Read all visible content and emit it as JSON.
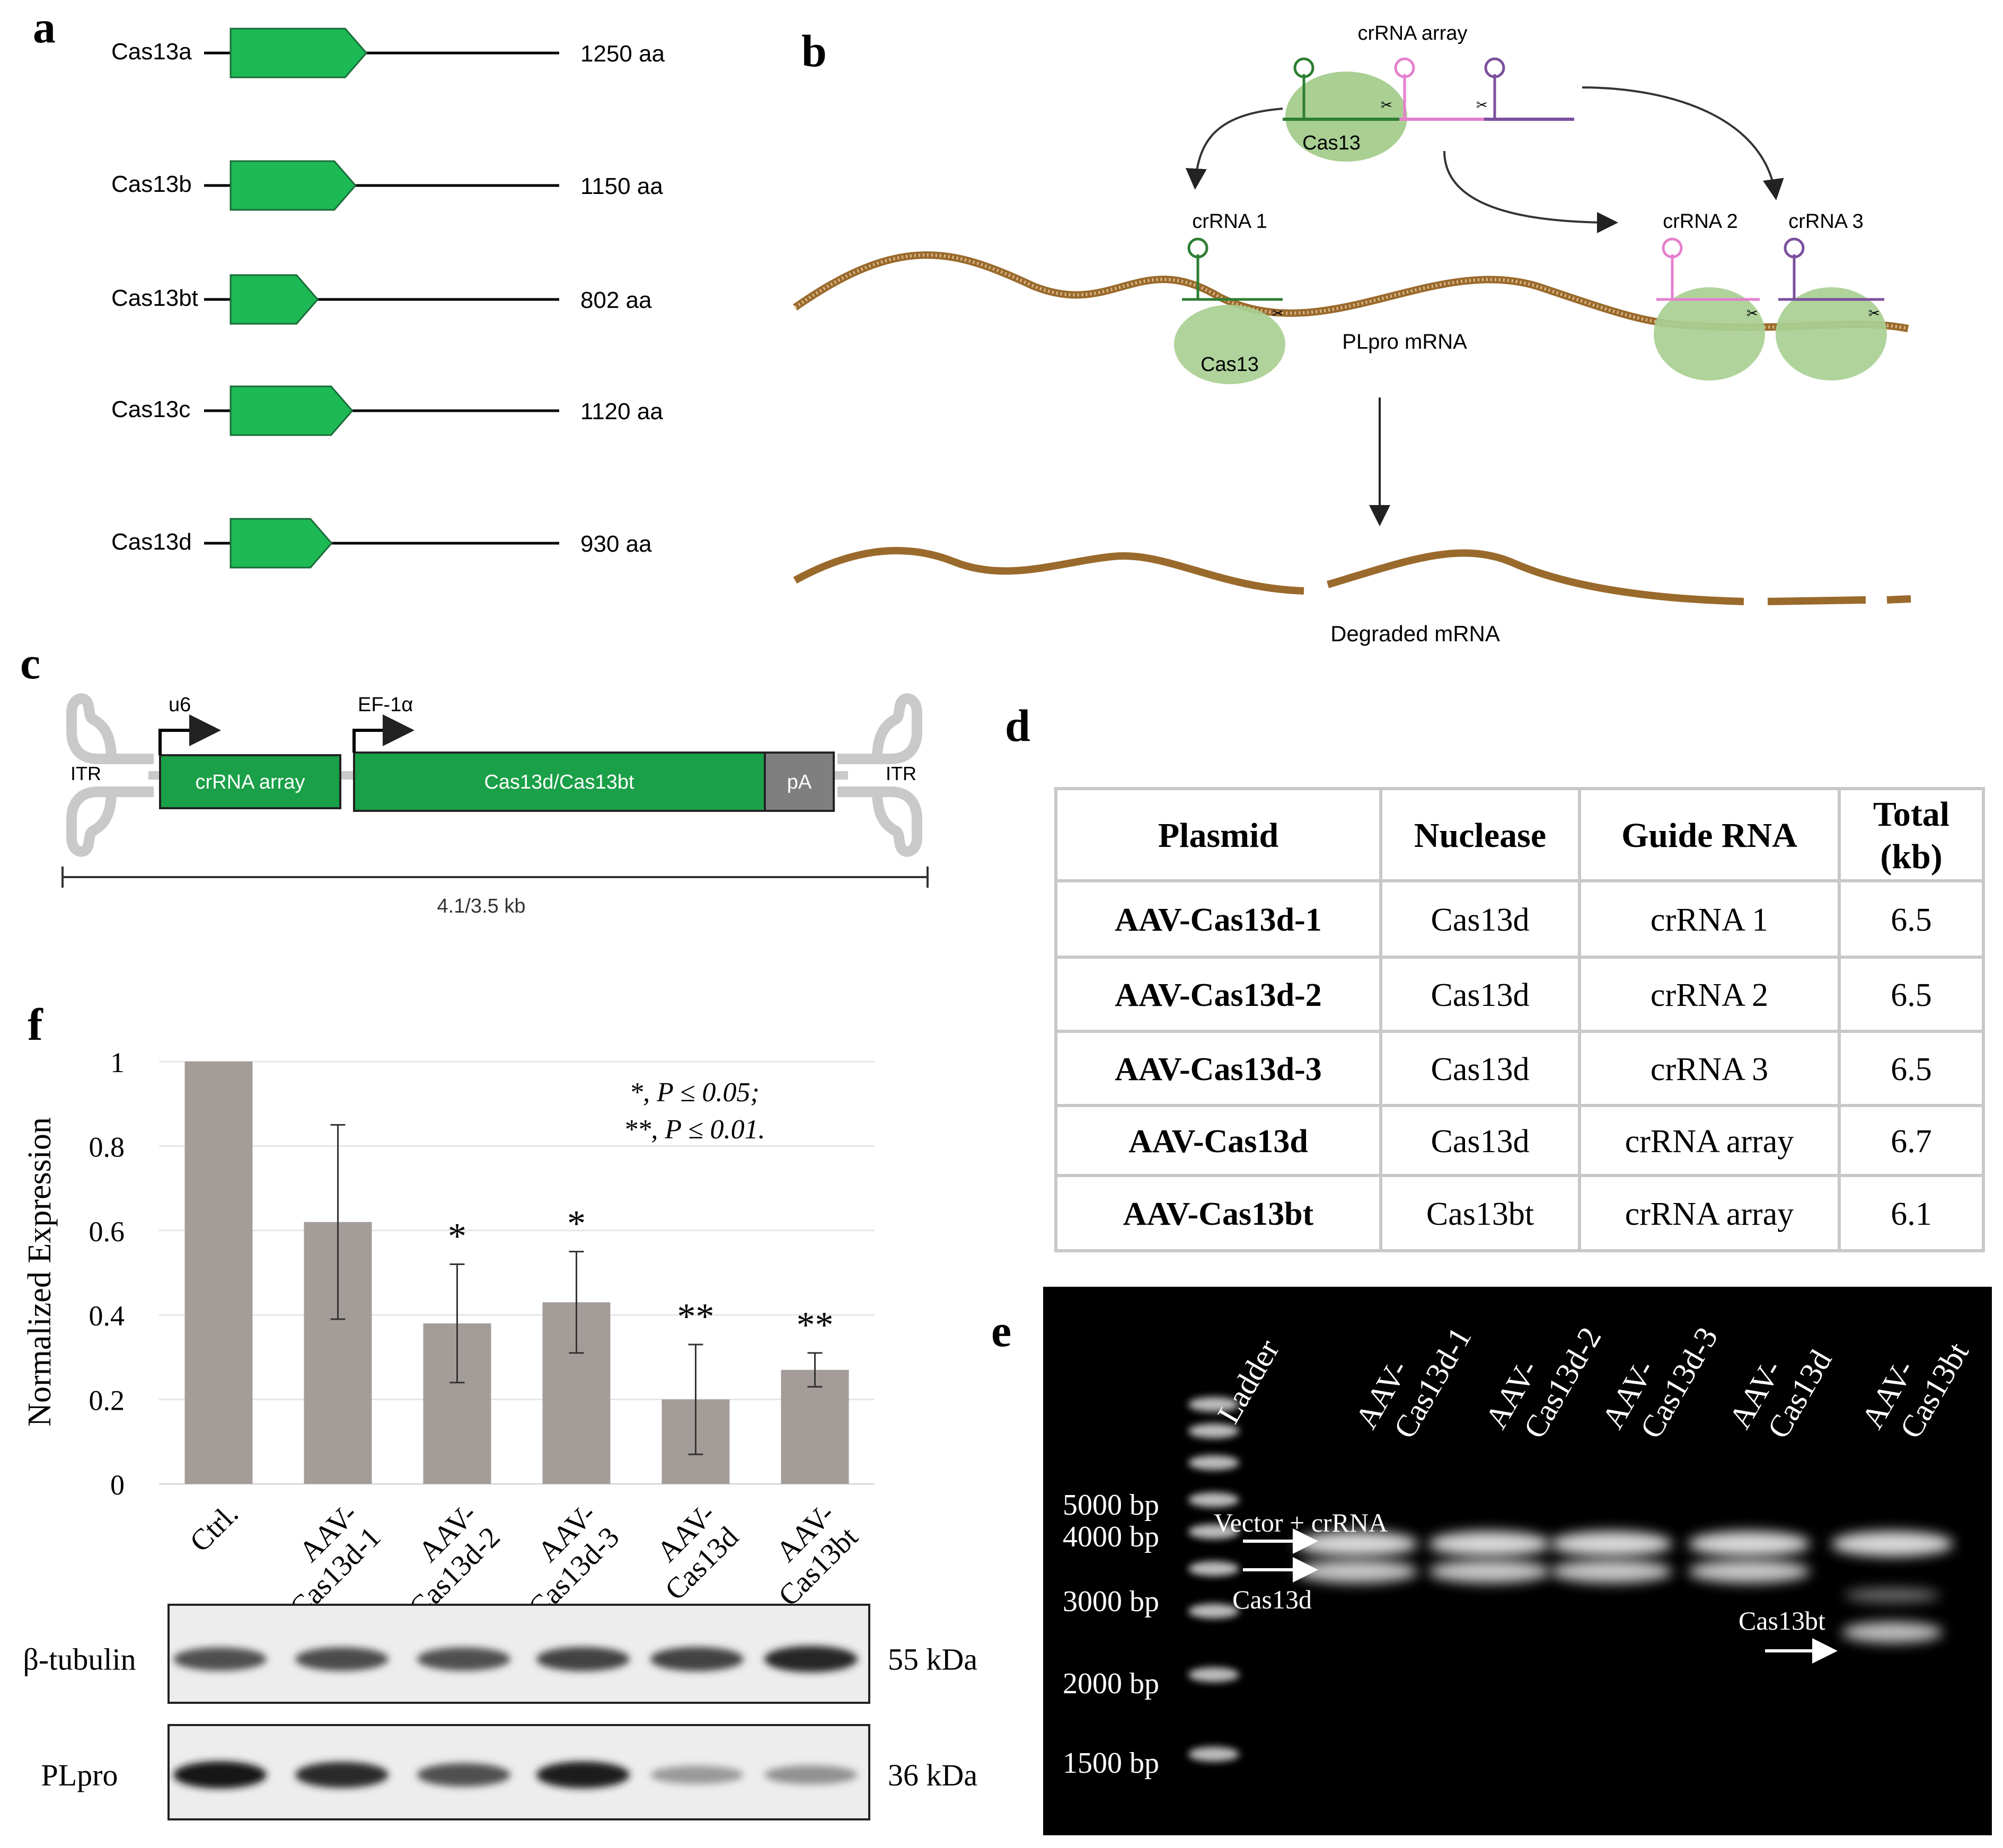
{
  "panel_a": {
    "letter": "a",
    "proteins": [
      {
        "name": "Cas13a",
        "length_label": "1250 aa",
        "aa": 1250
      },
      {
        "name": "Cas13b",
        "length_label": "1150 aa",
        "aa": 1150
      },
      {
        "name": "Cas13bt",
        "length_label": "802 aa",
        "aa": 802
      },
      {
        "name": "Cas13c",
        "length_label": "1120 aa",
        "aa": 1120
      },
      {
        "name": "Cas13d",
        "length_label": "930 aa",
        "aa": 930
      }
    ],
    "colors": {
      "arrow": "#1db954",
      "arrow_edge": "#1a6b3a"
    }
  },
  "panel_b": {
    "letter": "b",
    "array_label": "crRNA array",
    "cas13_label": "Cas13",
    "crrna1_label": "crRNA 1",
    "crrna2_label": "crRNA 2",
    "crrna3_label": "crRNA 3",
    "target_label": "PLpro mRNA",
    "degraded_label": "Degraded mRNA",
    "colors": {
      "protein": "#a9cf93",
      "mrna": "#9a6a2c",
      "crrna1": "#2e7d32",
      "crrna2": "#e57fce",
      "crrna3": "#7b4f9e"
    }
  },
  "panel_c": {
    "letter": "c",
    "promoter1": "u6",
    "promoter2": "EF-1α",
    "itr_left": "ITR",
    "itr_right": "ITR",
    "array_box": "crRNA array",
    "cas_box": "Cas13d/Cas13bt",
    "pa_box": "pA",
    "size_label": "4.1/3.5 kb"
  },
  "panel_d": {
    "letter": "d",
    "headers": [
      "Plasmid",
      "Nuclease",
      "Guide RNA",
      "Total",
      "(kb)"
    ],
    "rows": [
      {
        "plasmid": "AAV-Cas13d-1",
        "nuclease": "Cas13d",
        "guide": "crRNA 1",
        "total": "6.5"
      },
      {
        "plasmid": "AAV-Cas13d-2",
        "nuclease": "Cas13d",
        "guide": "crRNA 2",
        "total": "6.5"
      },
      {
        "plasmid": "AAV-Cas13d-3",
        "nuclease": "Cas13d",
        "guide": "crRNA 3",
        "total": "6.5"
      },
      {
        "plasmid": "AAV-Cas13d",
        "nuclease": "Cas13d",
        "guide": "crRNA array",
        "total": "6.7"
      },
      {
        "plasmid": "AAV-Cas13bt",
        "nuclease": "Cas13bt",
        "guide": "crRNA array",
        "total": "6.1"
      }
    ]
  },
  "panel_e": {
    "letter": "e",
    "lane_labels": [
      [
        "Ladder"
      ],
      [
        "AAV-",
        "Cas13d-1"
      ],
      [
        "AAV-",
        "Cas13d-2"
      ],
      [
        "AAV-",
        "Cas13d-3"
      ],
      [
        "AAV-",
        "Cas13d"
      ],
      [
        "AAV-",
        "Cas13bt"
      ]
    ],
    "ladder_marks": [
      "5000 bp",
      "4000 bp",
      "3000 bp",
      "2000 bp",
      "1500 bp"
    ],
    "annotations": {
      "vector": "Vector + crRNA",
      "cas13d": "Cas13d",
      "cas13bt": "Cas13bt"
    }
  },
  "chart_data": {
    "type": "bar",
    "letter": "f",
    "ylabel": "Normalized Expression",
    "ylim": [
      0,
      1
    ],
    "yticks": [
      "0",
      "0.2",
      "0.4",
      "0.6",
      "0.8",
      "1"
    ],
    "ytick_values": [
      0,
      0.2,
      0.4,
      0.6,
      0.8,
      1
    ],
    "categories": [
      [
        "Ctrl."
      ],
      [
        "AAV-",
        "Cas13d-1"
      ],
      [
        "AAV-",
        "Cas13d-2"
      ],
      [
        "AAV-",
        "Cas13d-3"
      ],
      [
        "AAV-",
        "Cas13d"
      ],
      [
        "AAV-",
        "Cas13bt"
      ]
    ],
    "values": [
      1.0,
      0.62,
      0.38,
      0.43,
      0.2,
      0.27
    ],
    "errors": [
      0.0,
      0.23,
      0.14,
      0.12,
      0.13,
      0.04
    ],
    "significance": [
      "",
      "",
      "*",
      "*",
      "**",
      "**"
    ],
    "legend_lines": [
      "*, P ≤ 0.05;",
      "**, P ≤ 0.01."
    ],
    "grid": true,
    "bar_color": "#a39c98"
  },
  "blot": {
    "rows": [
      {
        "label": "β-tubulin",
        "size": "55 kDa",
        "intensities": [
          0.72,
          0.74,
          0.72,
          0.78,
          0.78,
          0.92
        ]
      },
      {
        "label": "PLpro",
        "size": "36 kDa",
        "intensities": [
          0.98,
          0.9,
          0.72,
          0.95,
          0.38,
          0.42
        ]
      }
    ]
  }
}
